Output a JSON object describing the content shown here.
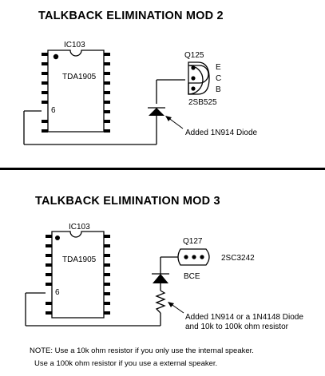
{
  "mod2": {
    "title": "TALKBACK ELIMINATION MOD 2",
    "ic_ref": "IC103",
    "ic_part": "TDA1905",
    "pin": "6",
    "transistor_ref": "Q125",
    "pin_e": "E",
    "pin_c": "C",
    "pin_b": "B",
    "transistor_part": "2SB525",
    "annotation": "Added 1N914 Diode"
  },
  "mod3": {
    "title": "TALKBACK ELIMINATION MOD 3",
    "ic_ref": "IC103",
    "ic_part": "TDA1905",
    "pin": "6",
    "transistor_ref": "Q127",
    "transistor_part": "2SC3242",
    "pinout": "BCE",
    "annotation_line1": "Added 1N914 or a 1N4148 Diode",
    "annotation_line2": "and 10k to 100k ohm resistor"
  },
  "note": {
    "line1": "NOTE: Use a 10k ohm resistor if you only use the internal speaker.",
    "line2": "Use a 100k ohm resistor if you use a external speaker."
  }
}
